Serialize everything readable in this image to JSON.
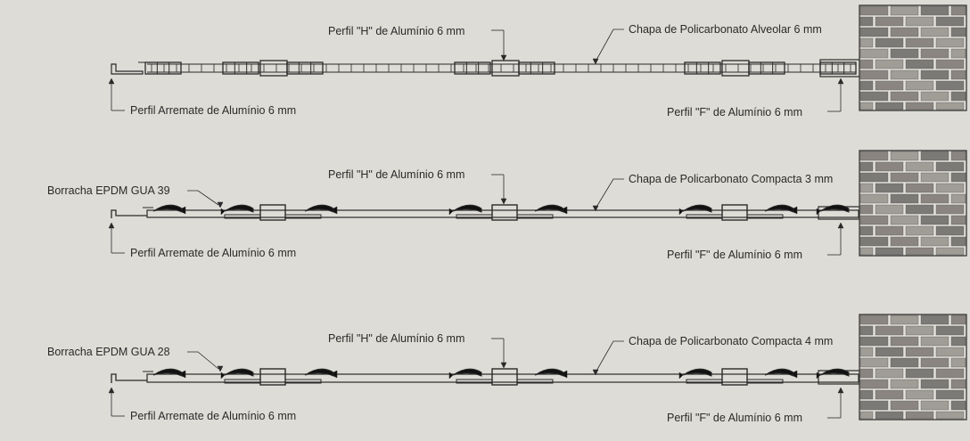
{
  "sections": [
    {
      "h_profile": "Perfil \"H\" de Alumínio 6 mm",
      "sheet": "Chapa de Policarbonato Alveolar 6 mm",
      "trim_profile": "Perfil Arremate de Alumínio 6 mm",
      "f_profile": "Perfil \"F\" de Alumínio 6 mm",
      "gasket": ""
    },
    {
      "h_profile": "Perfil \"H\" de Alumínio 6 mm",
      "sheet": "Chapa de Policarbonato Compacta 3 mm",
      "trim_profile": "Perfil Arremate de Alumínio 6 mm",
      "f_profile": "Perfil \"F\" de Alumínio 6 mm",
      "gasket": "Borracha EPDM GUA 39"
    },
    {
      "h_profile": "Perfil \"H\" de Alumínio 6 mm",
      "sheet": "Chapa de Policarbonato Compacta 4 mm",
      "trim_profile": "Perfil Arremate de Alumínio 6 mm",
      "f_profile": "Perfil \"F\" de Alumínio 6 mm",
      "gasket": "Borracha EPDM GUA 28"
    }
  ],
  "colors": {
    "background": "#dddcd6",
    "line": "#2a2a2a",
    "brick": "#8a8884",
    "mortar": "#e4e2dc"
  }
}
